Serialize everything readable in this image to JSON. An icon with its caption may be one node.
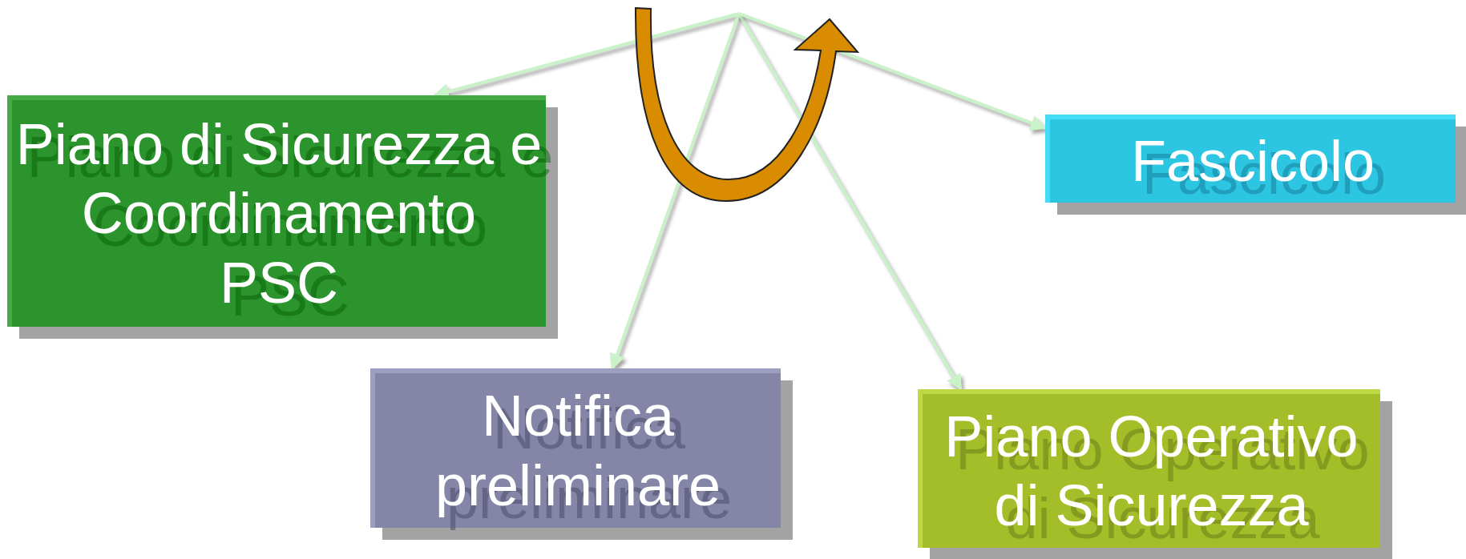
{
  "diagram": {
    "nodes": [
      {
        "text": [
          "Piano di Sicurezza e Coordinamento PSC"
        ]
      },
      {
        "text": [
          "Notifica preliminare"
        ]
      },
      {
        "text": [
          "Fascicolo"
        ]
      },
      {
        "text": [
          "Piano Operativo di Sicurezza"
        ]
      }
    ],
    "edges": [
      {
        "from": null,
        "to": 0,
        "arrow": "to"
      },
      {
        "from": null,
        "to": 1,
        "arrow": "to"
      },
      {
        "from": null,
        "to": 3,
        "arrow": "to"
      },
      {
        "from": null,
        "to": 2,
        "arrow": "to"
      }
    ]
  }
}
